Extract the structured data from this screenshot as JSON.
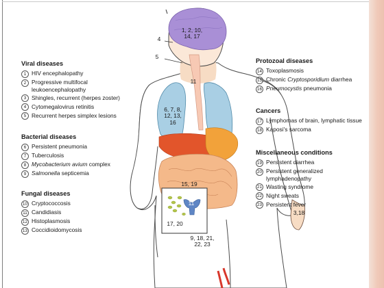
{
  "groups": {
    "viral": {
      "title": "Viral diseases",
      "items": [
        {
          "num": "1",
          "pre": "HIV encephalopathy",
          "em": "",
          "post": ""
        },
        {
          "num": "2",
          "pre": "Progressive multifocal leukoencephalopathy",
          "em": "",
          "post": ""
        },
        {
          "num": "3",
          "pre": "Shingles, recurrent (herpes zoster)",
          "em": "",
          "post": ""
        },
        {
          "num": "4",
          "pre": "Cytomegalovirus retinitis",
          "em": "",
          "post": ""
        },
        {
          "num": "5",
          "pre": "Recurrent herpes simplex lesions",
          "em": "",
          "post": ""
        }
      ]
    },
    "bacterial": {
      "title": "Bacterial diseases",
      "items": [
        {
          "num": "6",
          "pre": "Persistent pneumonia",
          "em": "",
          "post": ""
        },
        {
          "num": "7",
          "pre": "Tuberculosis",
          "em": "",
          "post": ""
        },
        {
          "num": "8",
          "pre": "",
          "em": "Mycobacterium avium",
          "post": " complex"
        },
        {
          "num": "9",
          "pre": "",
          "em": "Salmonella",
          "post": " septicemia"
        }
      ]
    },
    "fungal": {
      "title": "Fungal diseases",
      "items": [
        {
          "num": "10",
          "pre": "Cryptococcosis",
          "em": "",
          "post": ""
        },
        {
          "num": "11",
          "pre": "Candidiasis",
          "em": "",
          "post": ""
        },
        {
          "num": "12",
          "pre": "Histoplasmosis",
          "em": "",
          "post": ""
        },
        {
          "num": "13",
          "pre": "Coccidioidomycosis",
          "em": "",
          "post": ""
        }
      ]
    },
    "protozoal": {
      "title": "Protozoal diseases",
      "items": [
        {
          "num": "14",
          "pre": "Toxoplasmosis",
          "em": "",
          "post": ""
        },
        {
          "num": "15",
          "pre": "Chronic ",
          "em": "Cryptosporidium",
          "post": " diarrhea"
        },
        {
          "num": "16",
          "pre": "",
          "em": "Pneumocystis",
          "post": " pneumonia"
        }
      ]
    },
    "cancers": {
      "title": "Cancers",
      "items": [
        {
          "num": "17",
          "pre": "Lymphomas of brain, lymphatic tissue",
          "em": "",
          "post": ""
        },
        {
          "num": "18",
          "pre": "Kaposi's sarcoma",
          "em": "",
          "post": ""
        }
      ]
    },
    "misc": {
      "title": "Miscellaneous conditions",
      "items": [
        {
          "num": "19",
          "pre": "Persistent diarrhea",
          "em": "",
          "post": ""
        },
        {
          "num": "20",
          "pre": "Persistent generalized lymphadenopathy",
          "em": "",
          "post": ""
        },
        {
          "num": "21",
          "pre": "Wasting syndrome",
          "em": "",
          "post": ""
        },
        {
          "num": "22",
          "pre": "Night sweats",
          "em": "",
          "post": ""
        },
        {
          "num": "23",
          "pre": "Persistent fever",
          "em": "",
          "post": ""
        }
      ]
    }
  },
  "callouts": {
    "brain": "1, 2, 10,\n14, 17",
    "eye": "4",
    "mouth": "5",
    "esophagus": "11",
    "lungs": "6, 7, 8,\n12, 13,\n16",
    "intestine": "15, 19",
    "genital": "11",
    "node": "17, 20",
    "arm": "3,18",
    "leg": "9, 18, 21,\n22, 23"
  },
  "colors": {
    "brain": "#a98fd6",
    "lung": "#a9cfe4",
    "liver": "#e2552b",
    "stomach": "#f2a23a",
    "intestine": "#f4b98a",
    "skin": "#f7dcc4",
    "vessel": "#d8372b",
    "node": "#b4c64a",
    "genital": "#5f86c5"
  },
  "icons": [
    "human-body-outline"
  ]
}
